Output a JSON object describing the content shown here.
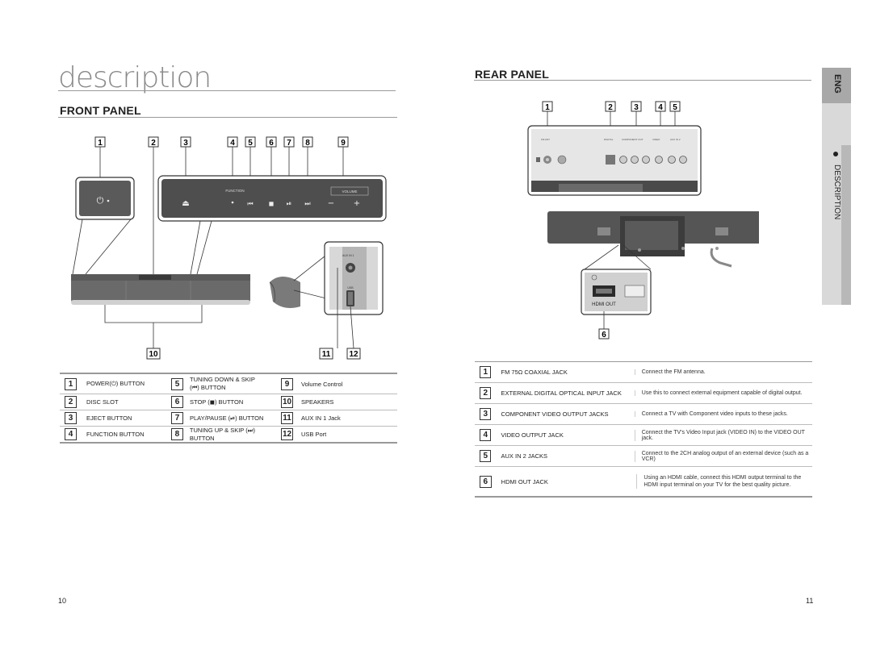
{
  "page": {
    "title": "description",
    "page_left": "10",
    "page_right": "11"
  },
  "sidebar": {
    "lang": "ENG",
    "section": "DESCRIPTION"
  },
  "front": {
    "heading": "FRONT PANEL",
    "callouts_top": [
      "1",
      "2",
      "3",
      "4",
      "5",
      "6",
      "7",
      "8",
      "9"
    ],
    "callouts_bottom": [
      "10",
      "11",
      "12"
    ],
    "panel_labels": {
      "function": "FUNCTION",
      "volume": "VOLUME",
      "aux": "AUX IN 1",
      "usb": "USB"
    },
    "rows": [
      [
        {
          "n": "1",
          "label": "POWER(⏻) BUTTON"
        },
        {
          "n": "5",
          "label": "TUNING DOWN & SKIP (⏮) BUTTON"
        },
        {
          "n": "9",
          "label": "Volume Control"
        }
      ],
      [
        {
          "n": "2",
          "label": "DISC SLOT"
        },
        {
          "n": "6",
          "label": "STOP (◼) BUTTON"
        },
        {
          "n": "10",
          "label": "SPEAKERS"
        }
      ],
      [
        {
          "n": "3",
          "label": "EJECT BUTTON"
        },
        {
          "n": "7",
          "label": "PLAY/PAUSE (⏯) BUTTON"
        },
        {
          "n": "11",
          "label": "AUX IN 1 Jack"
        }
      ],
      [
        {
          "n": "4",
          "label": "FUNCTION BUTTON"
        },
        {
          "n": "8",
          "label": "TUNING UP & SKIP (⏭) BUTTON"
        },
        {
          "n": "12",
          "label": "USB Port"
        }
      ]
    ]
  },
  "rear": {
    "heading": "REAR PANEL",
    "callouts_top": [
      "1",
      "2",
      "3",
      "4",
      "5"
    ],
    "callout_hdmi": "6",
    "hdmi_label": "HDMI OUT",
    "rows": [
      {
        "n": "1",
        "label": "FM 75Ω COAXIAL JACK",
        "desc": "Connect the FM antenna."
      },
      {
        "n": "2",
        "label": "EXTERNAL DIGITAL OPTICAL INPUT JACK",
        "desc": "Use this to connect external equipment capable of digital output."
      },
      {
        "n": "3",
        "label": "COMPONENT VIDEO OUTPUT JACKS",
        "desc": "Connect a TV with Component video inputs to these jacks."
      },
      {
        "n": "4",
        "label": "VIDEO OUTPUT JACK",
        "desc": "Connect the TV's Video Input jack (VIDEO IN) to the VIDEO OUT jack."
      },
      {
        "n": "5",
        "label": "AUX IN 2 JACKS",
        "desc": "Connect to the 2CH analog output of an external device (such as a VCR)"
      },
      {
        "n": "6",
        "label": "HDMI OUT JACK",
        "desc": "Using an HDMI cable, connect this HDMI output terminal to the HDMI input terminal on your TV for the best quality picture."
      }
    ]
  }
}
